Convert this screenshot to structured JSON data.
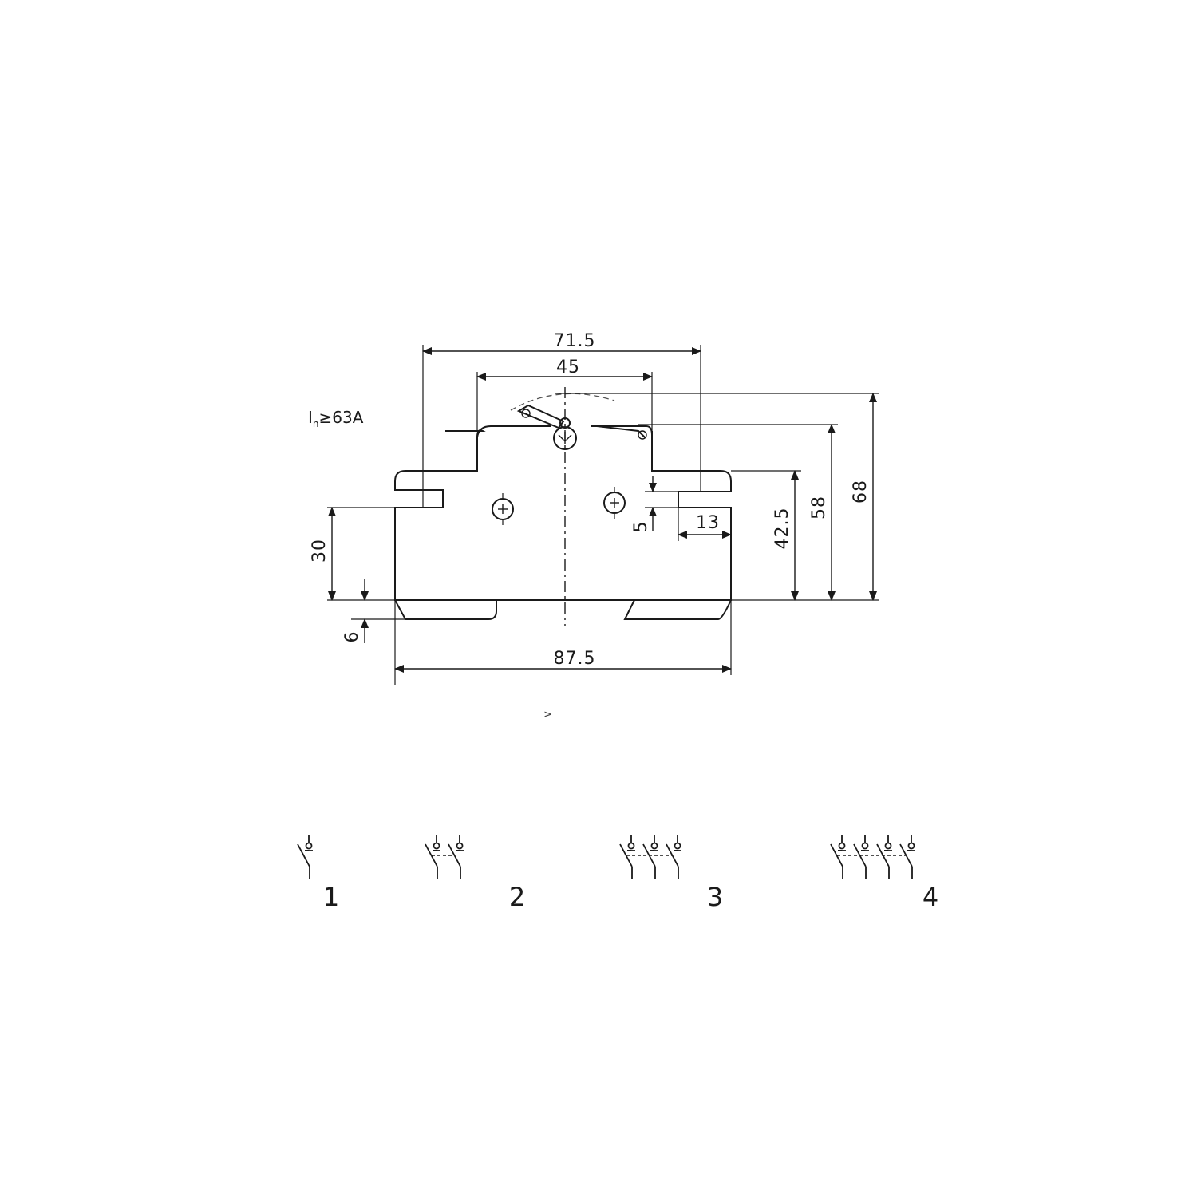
{
  "rating_note": {
    "prefix": "I",
    "subscript": "n",
    "suffix": "≥63A"
  },
  "dimensions": {
    "top_width": "71.5",
    "handle_width": "45",
    "total_height": "68",
    "front_height": "58",
    "body_height": "42.5",
    "terminal_offset": "5",
    "terminal_depth": "13",
    "terminal_height": "30",
    "rail_offset": "6",
    "total_width": "87.5"
  },
  "stray_mark": "v",
  "pole_configurations": [
    {
      "label": "1",
      "poles": 1
    },
    {
      "label": "2",
      "poles": 2
    },
    {
      "label": "3",
      "poles": 3
    },
    {
      "label": "4",
      "poles": 4
    }
  ]
}
